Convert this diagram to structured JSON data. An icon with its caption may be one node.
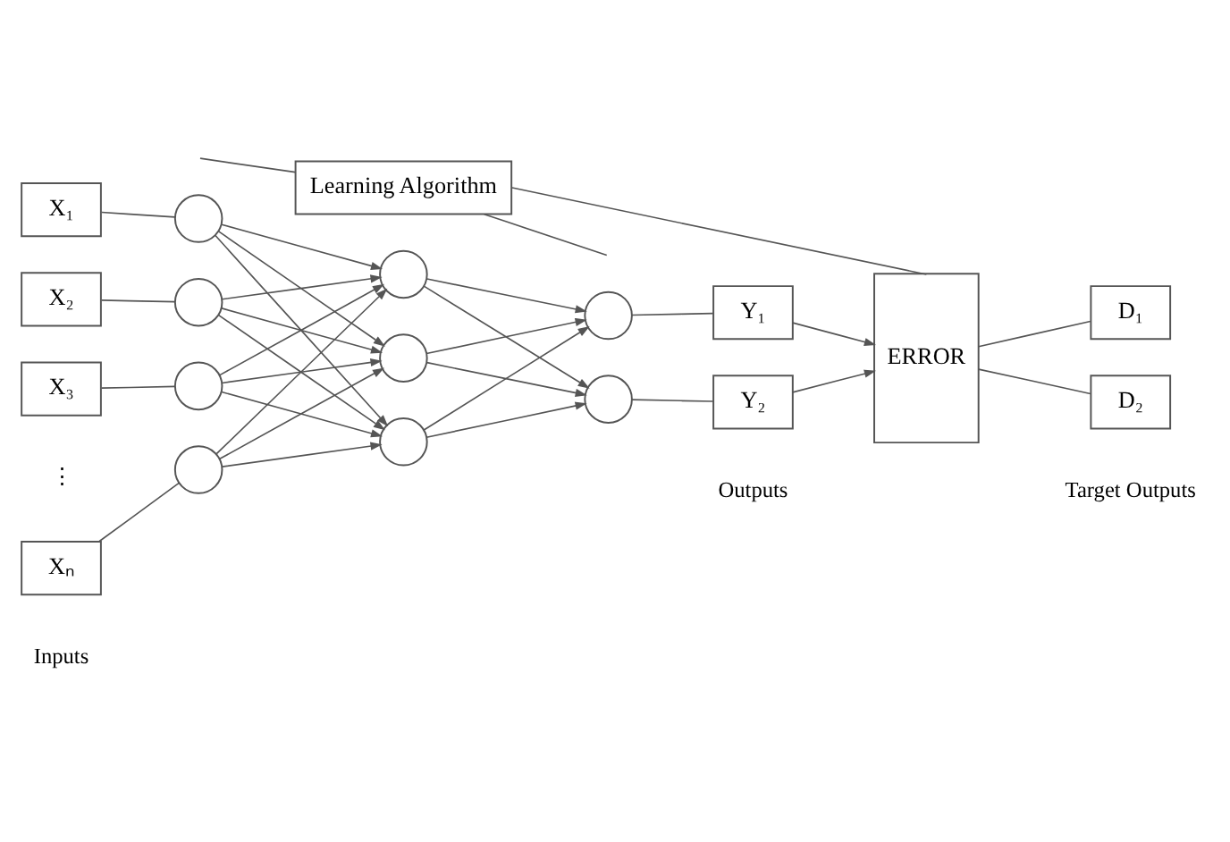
{
  "diagram": {
    "nodes": [
      {
        "text": [
          "Learning Algorithm"
        ]
      },
      {
        "text": [
          "X₁"
        ]
      },
      {
        "text": [
          "X₂"
        ]
      },
      {
        "text": [
          "X₃"
        ]
      },
      {
        "text": [
          "Xₙ"
        ]
      },
      {
        "text": [],
        "shape": "circle"
      },
      {
        "text": [],
        "shape": "circle"
      },
      {
        "text": [],
        "shape": "circle"
      },
      {
        "text": [],
        "shape": "circle"
      },
      {
        "text": [],
        "shape": "circle"
      },
      {
        "text": [],
        "shape": "circle"
      },
      {
        "text": [],
        "shape": "circle"
      },
      {
        "text": [],
        "shape": "circle"
      },
      {
        "text": [],
        "shape": "circle"
      },
      {
        "text": [
          "Y₁"
        ]
      },
      {
        "text": [
          "Y₂"
        ]
      },
      {
        "text": [
          "ERROR"
        ]
      },
      {
        "text": [
          "D₁"
        ]
      },
      {
        "text": [
          "D₂"
        ]
      }
    ],
    "edges": [
      {
        "from": 1,
        "to": 5,
        "arrow": "none"
      },
      {
        "from": 2,
        "to": 6,
        "arrow": "none"
      },
      {
        "from": 3,
        "to": 7,
        "arrow": "none"
      },
      {
        "from": 4,
        "to": 8,
        "arrow": "none"
      },
      {
        "from": 5,
        "to": 9,
        "arrow": "to"
      },
      {
        "from": 5,
        "to": 10,
        "arrow": "to"
      },
      {
        "from": 5,
        "to": 11,
        "arrow": "to"
      },
      {
        "from": 6,
        "to": 9,
        "arrow": "to"
      },
      {
        "from": 6,
        "to": 10,
        "arrow": "to"
      },
      {
        "from": 6,
        "to": 11,
        "arrow": "to"
      },
      {
        "from": 7,
        "to": 9,
        "arrow": "to"
      },
      {
        "from": 7,
        "to": 10,
        "arrow": "to"
      },
      {
        "from": 7,
        "to": 11,
        "arrow": "to"
      },
      {
        "from": 8,
        "to": 9,
        "arrow": "to"
      },
      {
        "from": 8,
        "to": 10,
        "arrow": "to"
      },
      {
        "from": 8,
        "to": 11,
        "arrow": "to"
      },
      {
        "from": 9,
        "to": 12,
        "arrow": "to"
      },
      {
        "from": 9,
        "to": 13,
        "arrow": "to"
      },
      {
        "from": 10,
        "to": 12,
        "arrow": "to"
      },
      {
        "from": 10,
        "to": 13,
        "arrow": "to"
      },
      {
        "from": 11,
        "to": 12,
        "arrow": "to"
      },
      {
        "from": 11,
        "to": 13,
        "arrow": "to"
      },
      {
        "from": 12,
        "to": 14,
        "arrow": "none"
      },
      {
        "from": 13,
        "to": 15,
        "arrow": "none"
      },
      {
        "from": 14,
        "to": 16,
        "arrow": "to"
      },
      {
        "from": 15,
        "to": 16,
        "arrow": "to"
      },
      {
        "from": 16,
        "to": 17,
        "arrow": "none"
      },
      {
        "from": 16,
        "to": 18,
        "arrow": "none"
      },
      {
        "from": 16,
        "to": 0,
        "arrow": "none"
      },
      {
        "from": 0,
        "to": null,
        "arrow": "none"
      },
      {
        "from": 0,
        "to": null,
        "arrow": "none"
      }
    ],
    "labels": [
      "⋮",
      "Inputs",
      "Outputs",
      "Target Outputs"
    ]
  }
}
